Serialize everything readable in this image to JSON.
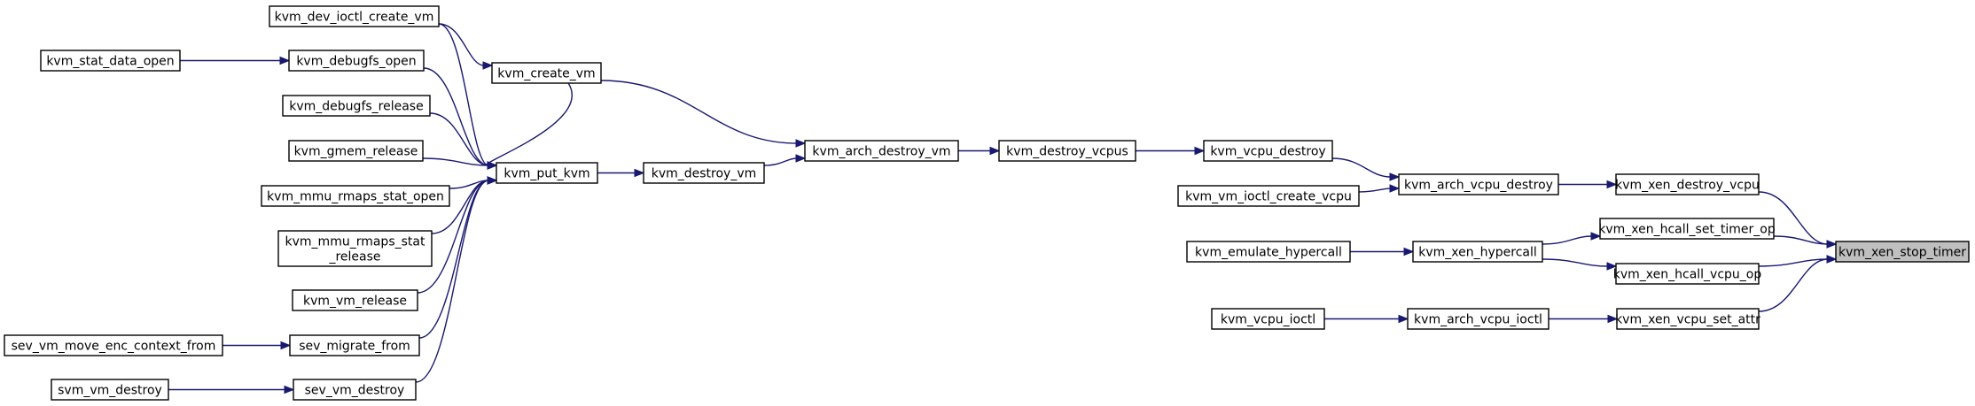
{
  "nodes": [
    {
      "id": "stop_timer",
      "lines": [
        "kvm_xen_stop_timer"
      ],
      "root": true
    },
    {
      "id": "xen_destroy_vcpu",
      "lines": [
        "kvm_xen_destroy_vcpu"
      ]
    },
    {
      "id": "set_timer_op",
      "lines": [
        "kvm_xen_hcall_set_timer_op"
      ]
    },
    {
      "id": "vcpu_op",
      "lines": [
        "kvm_xen_hcall_vcpu_op"
      ]
    },
    {
      "id": "set_attr",
      "lines": [
        "kvm_xen_vcpu_set_attr"
      ]
    },
    {
      "id": "arch_vcpu_destroy",
      "lines": [
        "kvm_arch_vcpu_destroy"
      ]
    },
    {
      "id": "xen_hypercall",
      "lines": [
        "kvm_xen_hypercall"
      ]
    },
    {
      "id": "arch_vcpu_ioctl",
      "lines": [
        "kvm_arch_vcpu_ioctl"
      ]
    },
    {
      "id": "vcpu_destroy",
      "lines": [
        "kvm_vcpu_destroy"
      ]
    },
    {
      "id": "vm_ioctl_create_vcpu",
      "lines": [
        "kvm_vm_ioctl_create_vcpu"
      ]
    },
    {
      "id": "emulate_hypercall",
      "lines": [
        "kvm_emulate_hypercall"
      ]
    },
    {
      "id": "vcpu_ioctl",
      "lines": [
        "kvm_vcpu_ioctl"
      ]
    },
    {
      "id": "destroy_vcpus",
      "lines": [
        "kvm_destroy_vcpus"
      ]
    },
    {
      "id": "arch_destroy_vm",
      "lines": [
        "kvm_arch_destroy_vm"
      ]
    },
    {
      "id": "create_vm",
      "lines": [
        "kvm_create_vm"
      ]
    },
    {
      "id": "destroy_vm",
      "lines": [
        "kvm_destroy_vm"
      ]
    },
    {
      "id": "dev_ioctl_create_vm",
      "lines": [
        "kvm_dev_ioctl_create_vm"
      ]
    },
    {
      "id": "put_kvm",
      "lines": [
        "kvm_put_kvm"
      ]
    },
    {
      "id": "debugfs_open",
      "lines": [
        "kvm_debugfs_open"
      ]
    },
    {
      "id": "debugfs_release",
      "lines": [
        "kvm_debugfs_release"
      ]
    },
    {
      "id": "gmem_release",
      "lines": [
        "kvm_gmem_release"
      ]
    },
    {
      "id": "mmu_rmaps_stat_open",
      "lines": [
        "kvm_mmu_rmaps_stat_open"
      ]
    },
    {
      "id": "mmu_rmaps_stat_release",
      "lines": [
        "kvm_mmu_rmaps_stat",
        "_release"
      ]
    },
    {
      "id": "vm_release",
      "lines": [
        "kvm_vm_release"
      ]
    },
    {
      "id": "sev_migrate_from",
      "lines": [
        "sev_migrate_from"
      ]
    },
    {
      "id": "sev_vm_destroy",
      "lines": [
        "sev_vm_destroy"
      ]
    },
    {
      "id": "stat_data_open",
      "lines": [
        "kvm_stat_data_open"
      ]
    },
    {
      "id": "move_enc_context_from",
      "lines": [
        "sev_vm_move_enc_context_from"
      ]
    },
    {
      "id": "svm_vm_destroy",
      "lines": [
        "svm_vm_destroy"
      ]
    }
  ],
  "edges": [
    {
      "from": "xen_destroy_vcpu",
      "to": "stop_timer"
    },
    {
      "from": "set_timer_op",
      "to": "stop_timer"
    },
    {
      "from": "vcpu_op",
      "to": "stop_timer"
    },
    {
      "from": "set_attr",
      "to": "stop_timer"
    },
    {
      "from": "arch_vcpu_destroy",
      "to": "xen_destroy_vcpu"
    },
    {
      "from": "xen_hypercall",
      "to": "set_timer_op"
    },
    {
      "from": "xen_hypercall",
      "to": "vcpu_op"
    },
    {
      "from": "arch_vcpu_ioctl",
      "to": "set_attr"
    },
    {
      "from": "vcpu_destroy",
      "to": "arch_vcpu_destroy"
    },
    {
      "from": "vm_ioctl_create_vcpu",
      "to": "arch_vcpu_destroy"
    },
    {
      "from": "emulate_hypercall",
      "to": "xen_hypercall"
    },
    {
      "from": "vcpu_ioctl",
      "to": "arch_vcpu_ioctl"
    },
    {
      "from": "destroy_vcpus",
      "to": "vcpu_destroy"
    },
    {
      "from": "arch_destroy_vm",
      "to": "destroy_vcpus"
    },
    {
      "from": "create_vm",
      "to": "arch_destroy_vm"
    },
    {
      "from": "destroy_vm",
      "to": "arch_destroy_vm"
    },
    {
      "from": "dev_ioctl_create_vm",
      "to": "create_vm"
    },
    {
      "from": "put_kvm",
      "to": "destroy_vm"
    },
    {
      "from": "dev_ioctl_create_vm",
      "to": "put_kvm"
    },
    {
      "from": "create_vm",
      "to": "put_kvm"
    },
    {
      "from": "debugfs_open",
      "to": "put_kvm"
    },
    {
      "from": "debugfs_release",
      "to": "put_kvm"
    },
    {
      "from": "gmem_release",
      "to": "put_kvm"
    },
    {
      "from": "mmu_rmaps_stat_open",
      "to": "put_kvm"
    },
    {
      "from": "mmu_rmaps_stat_release",
      "to": "put_kvm"
    },
    {
      "from": "vm_release",
      "to": "put_kvm"
    },
    {
      "from": "sev_migrate_from",
      "to": "put_kvm"
    },
    {
      "from": "sev_vm_destroy",
      "to": "put_kvm"
    },
    {
      "from": "stat_data_open",
      "to": "debugfs_open"
    },
    {
      "from": "move_enc_context_from",
      "to": "sev_migrate_from"
    },
    {
      "from": "svm_vm_destroy",
      "to": "sev_vm_destroy"
    }
  ]
}
